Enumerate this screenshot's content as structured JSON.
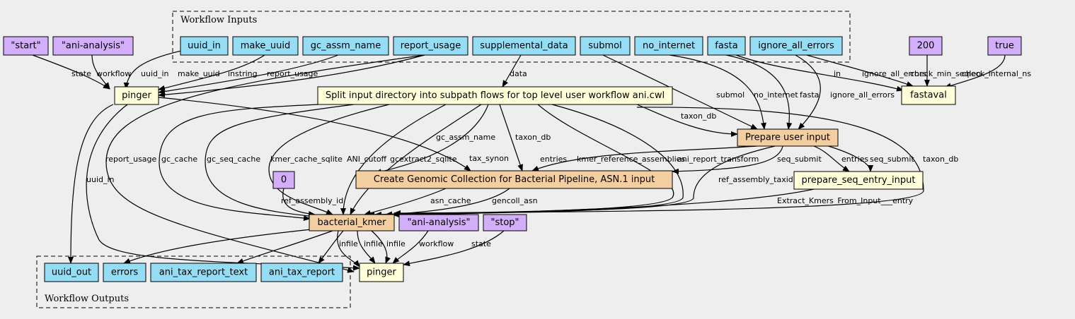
{
  "colors": {
    "background": "#eeeeee",
    "input": "#94ddf4",
    "constant": "#d3aef9",
    "step": "#ffffd9",
    "subworkflow": "#f3cea1"
  },
  "clusters": {
    "inputs": "Workflow Inputs",
    "outputs": "Workflow Outputs"
  },
  "nodes": {
    "start_const": "\"start\"",
    "ani_const_top": "\"ani-analysis\"",
    "uuid_in": "uuid_in",
    "make_uuid": "make_uuid",
    "gc_assm_name": "gc_assm_name",
    "report_usage": "report_usage",
    "supplemental_data": "supplemental_data",
    "submol": "submol",
    "no_internet": "no_internet",
    "fasta": "fasta",
    "ignore_all_errors": "ignore_all_errors",
    "c200": "200",
    "ctrue": "true",
    "pinger_top": "pinger",
    "split": "Split input directory into subpath flows for top level user workflow ani.cwl",
    "fastaval": "fastaval",
    "prepare_user_input": "Prepare user input",
    "c0": "0",
    "create_gc": "Create Genomic Collection for Bacterial Pipeline, ASN.1 input",
    "prepare_seq": "prepare_seq_entry_input",
    "bacterial_kmer": "bacterial_kmer",
    "ani_const_bottom": "\"ani-analysis\"",
    "stop_const": "\"stop\"",
    "uuid_out": "uuid_out",
    "errors": "errors",
    "ani_tax_report_text": "ani_tax_report_text",
    "ani_tax_report": "ani_tax_report",
    "pinger_bottom": "pinger"
  },
  "edges": [
    {
      "id": "e1",
      "label": "state"
    },
    {
      "id": "e2",
      "label": "workflow"
    },
    {
      "id": "e3",
      "label": "uuid_in"
    },
    {
      "id": "e4",
      "label": "make_uuid"
    },
    {
      "id": "e5",
      "label": "instring"
    },
    {
      "id": "e6",
      "label": "report_usage"
    },
    {
      "id": "e7",
      "label": "data"
    },
    {
      "id": "e8",
      "label": "submol"
    },
    {
      "id": "e9",
      "label": "no_internet"
    },
    {
      "id": "e10",
      "label": "fasta"
    },
    {
      "id": "e11",
      "label": "ignore_all_errors"
    },
    {
      "id": "e12",
      "label": "in"
    },
    {
      "id": "e13",
      "label": "ignore_all_errors"
    },
    {
      "id": "e14",
      "label": "check_min_seqlen"
    },
    {
      "id": "e15",
      "label": "check_internal_ns"
    },
    {
      "id": "e16",
      "label": "taxon_db"
    },
    {
      "id": "e17",
      "label": "gc_assm_name"
    },
    {
      "id": "e18",
      "label": "taxon_db"
    },
    {
      "id": "e19",
      "label": "tax_synon"
    },
    {
      "id": "e20",
      "label": "entries"
    },
    {
      "id": "e21",
      "label": "seq_submit"
    },
    {
      "id": "e22",
      "label": "entries"
    },
    {
      "id": "e23",
      "label": "seq_submit"
    },
    {
      "id": "e24",
      "label": "taxon_db"
    },
    {
      "id": "e25",
      "label": "report_usage"
    },
    {
      "id": "e26",
      "label": "uuid_in"
    },
    {
      "id": "e27",
      "label": "gc_cache"
    },
    {
      "id": "e28",
      "label": "gc_seq_cache"
    },
    {
      "id": "e29",
      "label": "kmer_cache_sqlite"
    },
    {
      "id": "e30",
      "label": "ANI_cutoff"
    },
    {
      "id": "e31",
      "label": "gcextract2_sqlite"
    },
    {
      "id": "e32",
      "label": "kmer_reference_assemblies"
    },
    {
      "id": "e33",
      "label": "ani_report_transform"
    },
    {
      "id": "e34",
      "label": "ref_assembly_taxid"
    },
    {
      "id": "e35",
      "label": "ref_assembly_id"
    },
    {
      "id": "e36",
      "label": "asn_cache"
    },
    {
      "id": "e37",
      "label": "gencoll_asn"
    },
    {
      "id": "e38",
      "label": "Extract_Kmers_From_Input___entry"
    },
    {
      "id": "e39",
      "label": "infile"
    },
    {
      "id": "e40",
      "label": "infile"
    },
    {
      "id": "e41",
      "label": "infile"
    },
    {
      "id": "e42",
      "label": "workflow"
    },
    {
      "id": "e43",
      "label": "state"
    }
  ]
}
